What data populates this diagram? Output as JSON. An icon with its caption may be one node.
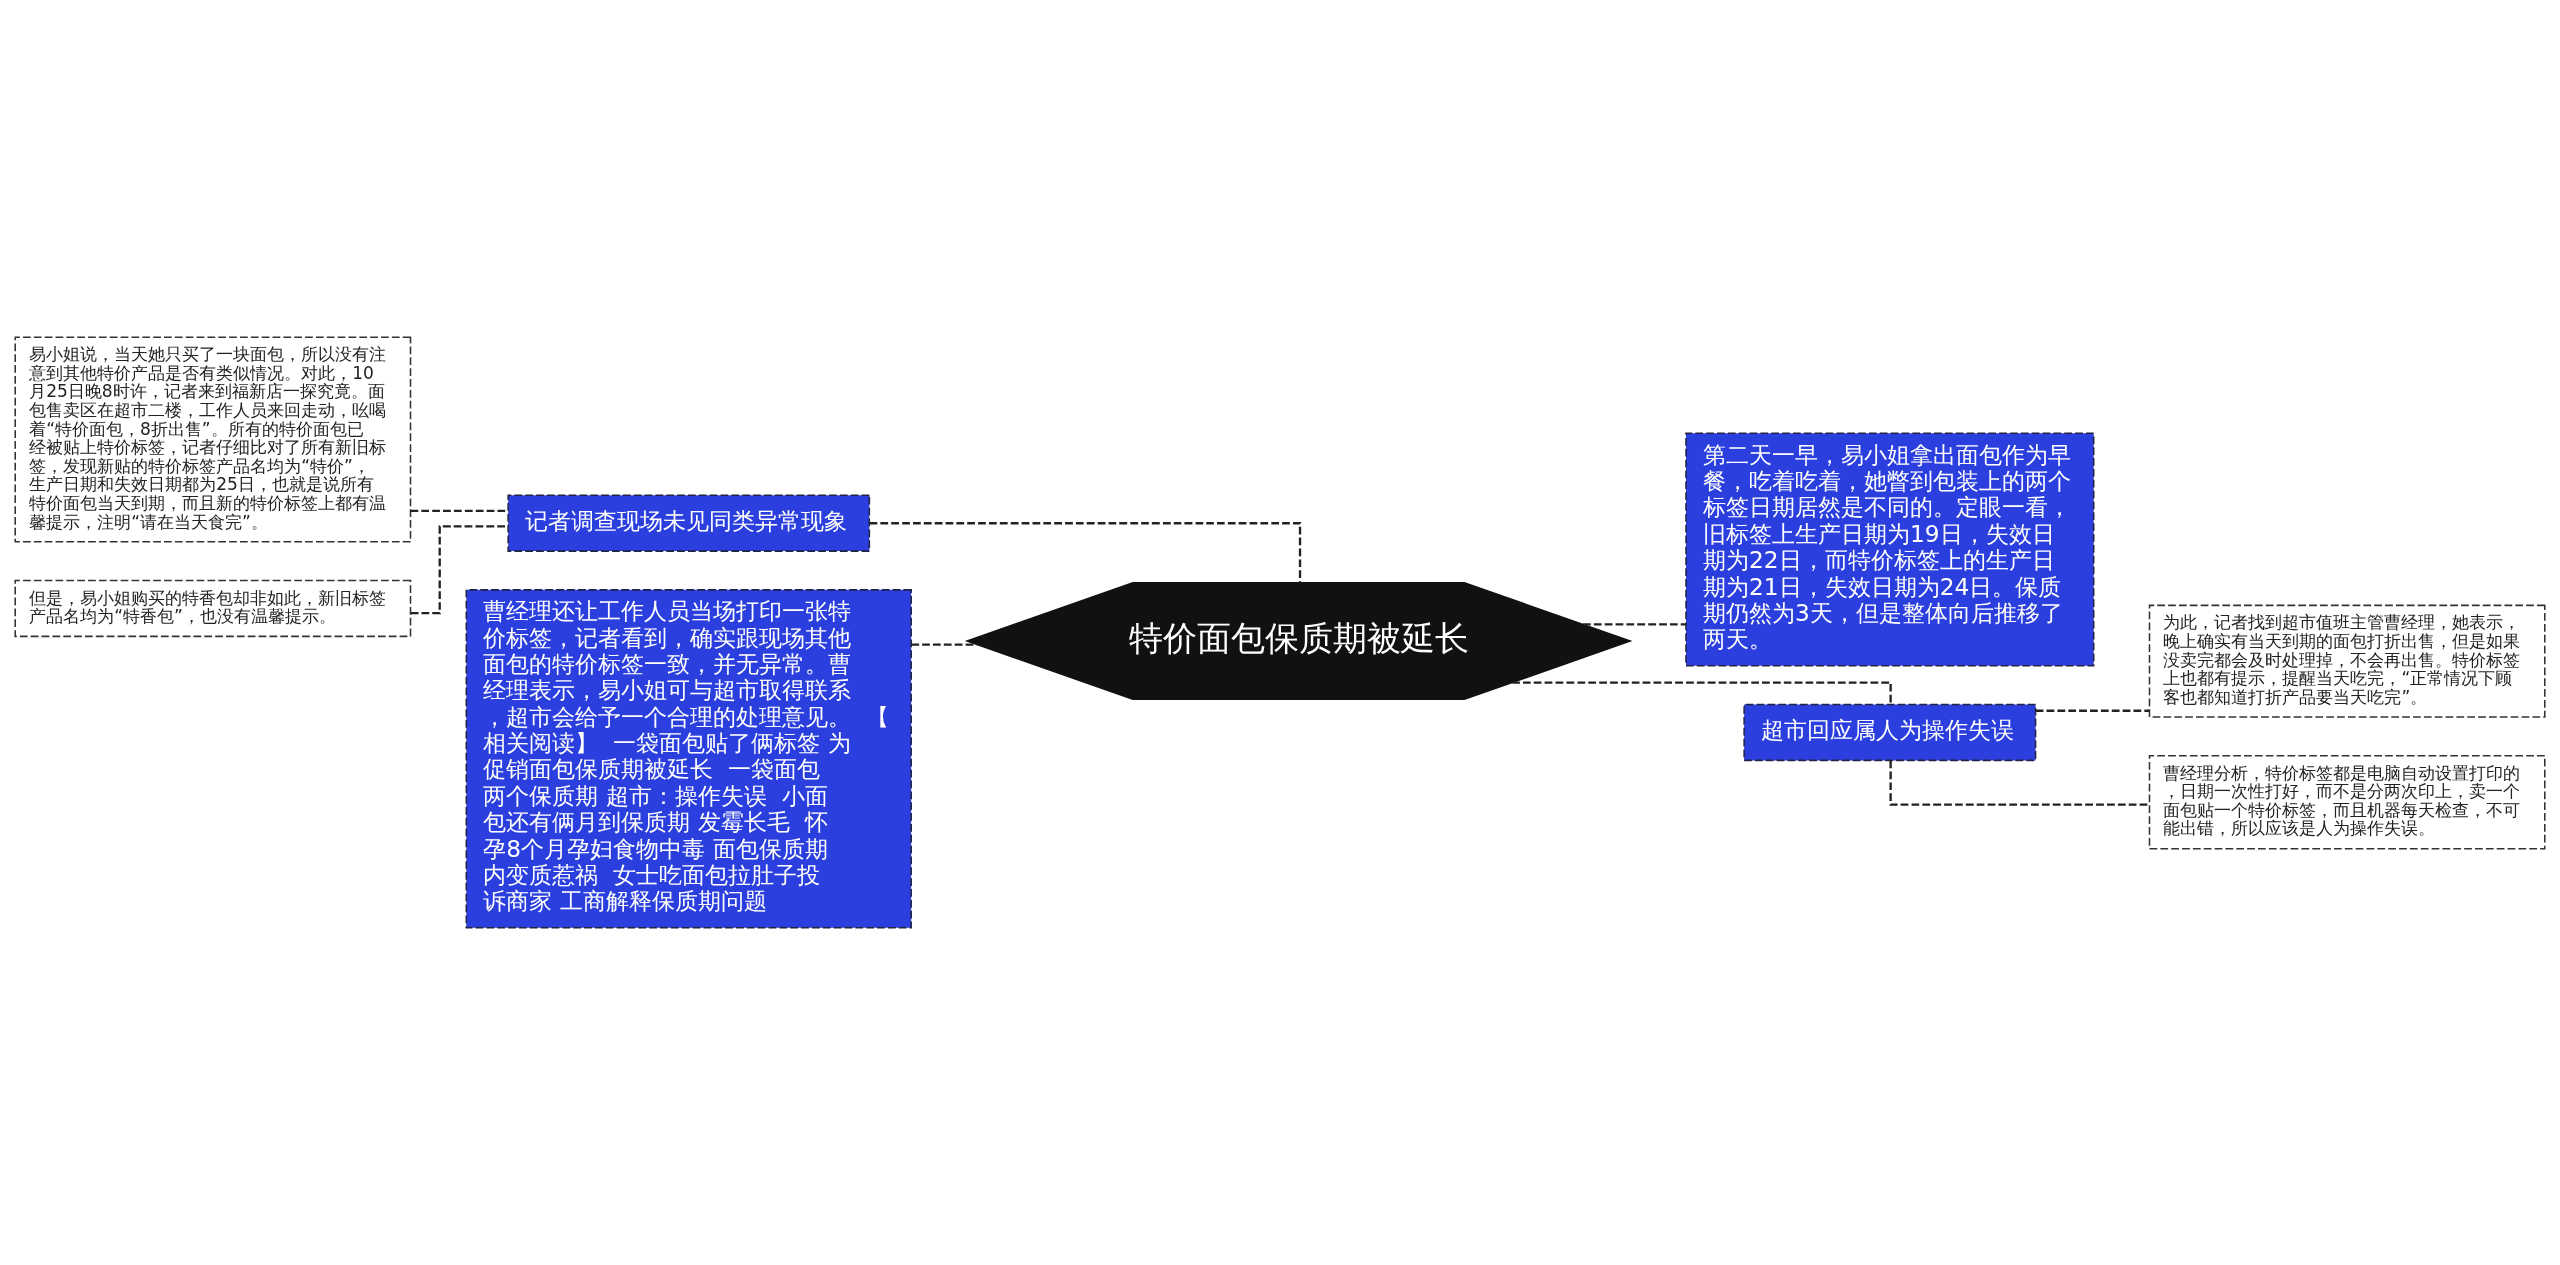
{
  "diagram": {
    "nodes": [
      {
        "text": [
          "特价面包保质期被延长"
        ]
      },
      {
        "text": [
          "记者调查现场未见同类异常现象"
        ]
      },
      {
        "text": [
          "易小姐说，当天她只买了一块面包，所以没有注意到其他特价产品是否有类似情况。对此，10月25日晚8时许，记者来到福新店一探究竟。面包售卖区在超市二楼，工作人员来回走动，吆喝着“特价面包，8折出售”。所有的特价面包已经被贴上特价标签，记者仔细比对了所有新旧标签，发现新贴的特价标签产品名均为“特价”，生产日期和失效日期都为25日，也就是说所有特价面包当天到期，而且新的特价标签上都有温馨提示，注明“请在当天食完”。"
        ]
      },
      {
        "text": [
          "但是，易小姐购买的特香包却非如此，新旧标签产品名均为“特香包”，也没有温馨提示。"
        ]
      },
      {
        "text": [
          "曹经理还让工作人员当场打印一张特价标签，记者看到，确实跟现场其他面包的特价标签一致，并无异常。曹经理表示，易小姐可与超市取得联系，超市会给予一个合理的处理意见。  【相关阅读】  一袋面包贴了俩标签 为促销面包保质期被延长  一袋面包两个保质期 超市：操作失误  小面包还有俩月到保质期 发霉长毛  怀孕8个月孕妇食物中毒 面包保质期内变质惹祸  女士吃面包拉肚子投诉商家 工商解释保质期问题"
        ]
      },
      {
        "text": [
          "第二天一早，易小姐拿出面包作为早餐，吃着吃着，她瞥到包装上的两个标签日期居然是不同的。定眼一看，旧标签上生产日期为19日，失效日期为22日，而特价标签上的生产日期为21日，失效日期为24日。保质期仍然为3天，但是整体向后推移了两天。"
        ]
      },
      {
        "text": [
          "超市回应属人为操作失误"
        ]
      },
      {
        "text": [
          "为此，记者找到超市值班主管曹经理，她表示，晚上确实有当天到期的面包打折出售，但是如果没卖完都会及时处理掉，不会再出售。特价标签上也都有提示，提醒当天吃完，“正常情况下顾客也都知道打折产品要当天吃完”。"
        ]
      },
      {
        "text": [
          "曹经理分析，特价标签都是电脑自动设置打印的，日期一次性打好，而不是分两次印上，卖一个面包贴一个特价标签，而且机器每天检查，不可能出错，所以应该是人为操作失误。"
        ]
      }
    ],
    "edges": [
      {
        "from": 0,
        "to": 1,
        "arrow": "none",
        "style": "dashed"
      },
      {
        "from": 1,
        "to": 2,
        "arrow": "none",
        "style": "dashed"
      },
      {
        "from": 1,
        "to": 3,
        "arrow": "none",
        "style": "dashed"
      },
      {
        "from": 0,
        "to": 4,
        "arrow": "none",
        "style": "dashed"
      },
      {
        "from": 0,
        "to": 5,
        "arrow": "none",
        "style": "dashed"
      },
      {
        "from": 0,
        "to": 6,
        "arrow": "none",
        "style": "dashed"
      },
      {
        "from": 6,
        "to": 7,
        "arrow": "none",
        "style": "dashed"
      },
      {
        "from": 6,
        "to": 8,
        "arrow": "none",
        "style": "dashed"
      }
    ]
  }
}
